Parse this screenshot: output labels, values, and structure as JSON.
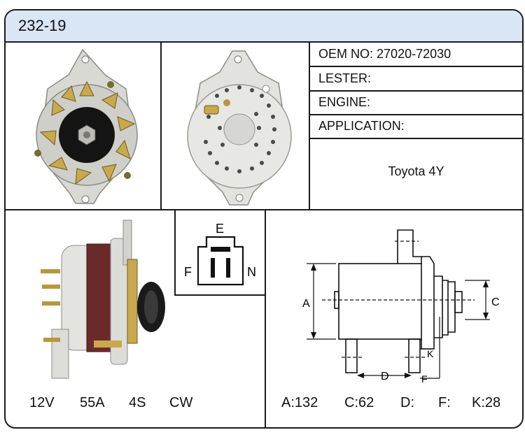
{
  "header": {
    "part_number": "232-19"
  },
  "specs": {
    "oem_label": "OEM NO:",
    "oem_value": "27020-72030",
    "lester_label": "LESTER:",
    "engine_label": "ENGINE:",
    "application_label": "APPLICATION:",
    "application_value": "Toyota 4Y"
  },
  "connector": {
    "top": "E",
    "left": "F",
    "right": "N"
  },
  "ratings": {
    "voltage": "12V",
    "amperage": "55A",
    "pulley": "4S",
    "rotation": "CW"
  },
  "diagram_labels": {
    "a": "A",
    "c": "C",
    "d": "D",
    "f": "F",
    "k": "K"
  },
  "dimensions": {
    "a": "A:132",
    "c": "C:62",
    "d": "D:",
    "f": "F:",
    "k": "K:28"
  }
}
